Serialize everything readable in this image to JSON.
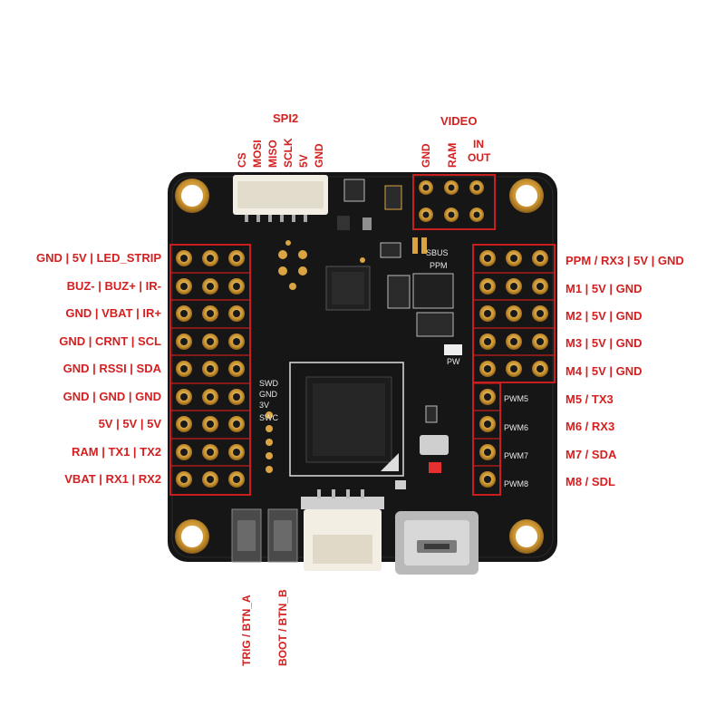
{
  "top_labels": {
    "spi2": "SPI2",
    "spi2_pins": [
      "CS",
      "MOSI",
      "MISO",
      "SCLK",
      "5V",
      "GND"
    ],
    "video": "VIDEO",
    "video_pins": [
      "GND",
      "RAM",
      "IN",
      "OUT"
    ]
  },
  "left_labels": [
    "GND | 5V | LED_STRIP",
    "BUZ- | BUZ+ | IR-",
    "GND | VBAT | IR+",
    "GND | CRNT | SCL",
    "GND | RSSI | SDA",
    "GND | GND | GND",
    "5V | 5V | 5V",
    "RAM | TX1 | TX2",
    "VBAT | RX1 | RX2"
  ],
  "right_labels": [
    "PPM / RX3 | 5V | GND",
    "M1 | 5V | GND",
    "M2 | 5V | GND",
    "M3 | 5V | GND",
    "M4 | 5V | GND",
    "M5 / TX3",
    "M6 / RX3",
    "M7 / SDA",
    "M8 / SDL"
  ],
  "bottom_labels": [
    "TRIG / BTN_A",
    "BOOT / BTN_B"
  ],
  "silkscreen": {
    "swd": [
      "SWD",
      "GND",
      "3V",
      "SWC"
    ],
    "sbus": "SBUS",
    "ppm": "PPM",
    "pw": "PW",
    "pwm": [
      "PWM5",
      "PWM6",
      "PWM7",
      "PWM8"
    ]
  },
  "colors": {
    "label": "#d42020",
    "board": "#141414",
    "gold": "#d9a441",
    "outline": "#c81e1e"
  }
}
